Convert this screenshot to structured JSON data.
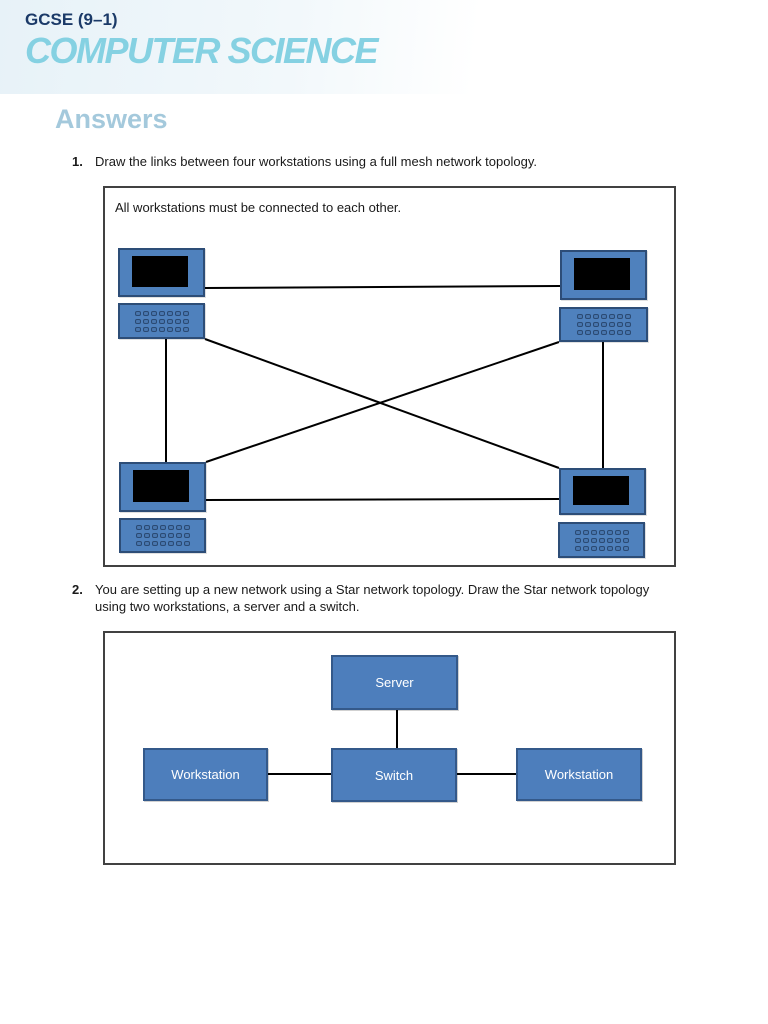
{
  "brand": {
    "qualification": "GCSE (9–1)",
    "subject": "COMPUTER SCIENCE"
  },
  "page": {
    "title": "Answers"
  },
  "questions": {
    "q1": {
      "number": "1.",
      "text": "Draw the links between four workstations using a full mesh network topology.",
      "diagram": {
        "type": "full-mesh",
        "caption": "All workstations must be connected to each other.",
        "workstations": [
          "top-left",
          "top-right",
          "bottom-left",
          "bottom-right"
        ],
        "links": [
          [
            "top-left",
            "top-right"
          ],
          [
            "top-left",
            "bottom-left"
          ],
          [
            "top-right",
            "bottom-right"
          ],
          [
            "top-left",
            "bottom-right"
          ],
          [
            "top-right",
            "bottom-left"
          ],
          [
            "bottom-left",
            "bottom-right"
          ]
        ]
      }
    },
    "q2": {
      "number": "2.",
      "text": "You are setting up a new network using a Star network topology. Draw the Star network topology using two workstations, a server and a switch.",
      "diagram": {
        "type": "star",
        "nodes": {
          "server": "Server",
          "switch": "Switch",
          "workstation_left": "Workstation",
          "workstation_right": "Workstation"
        },
        "links": [
          [
            "server",
            "switch"
          ],
          [
            "workstation_left",
            "switch"
          ],
          [
            "switch",
            "workstation_right"
          ]
        ]
      }
    }
  },
  "colors": {
    "brand_navy": "#1b3a68",
    "brand_light_blue": "#85d1e2",
    "answers_heading": "#a4c9dc",
    "node_fill": "#4d7ebc",
    "node_border": "#34598a",
    "monitor_screen": "#000000",
    "link_line": "#000000"
  }
}
